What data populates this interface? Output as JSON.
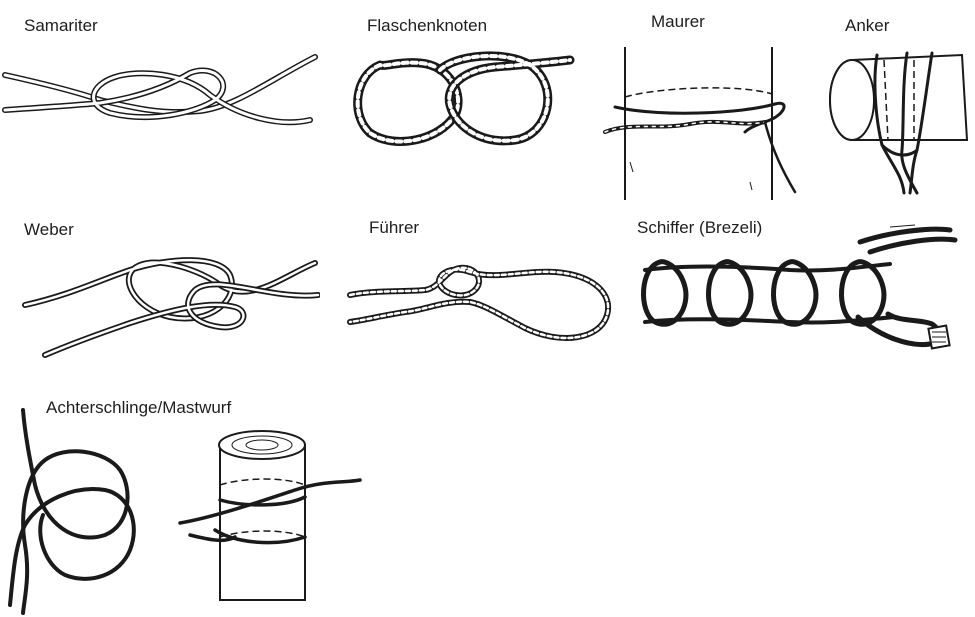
{
  "knots": [
    {
      "id": "samariter",
      "label": "Samariter"
    },
    {
      "id": "flaschenknoten",
      "label": "Flaschenknoten"
    },
    {
      "id": "maurer",
      "label": "Maurer"
    },
    {
      "id": "anker",
      "label": "Anker"
    },
    {
      "id": "weber",
      "label": "Weber"
    },
    {
      "id": "fuehrer",
      "label": "Führer"
    },
    {
      "id": "schiffer",
      "label": "Schiffer (Brezeli)"
    },
    {
      "id": "achterschlinge",
      "label": "Achterschlinge/Mastwurf"
    }
  ]
}
